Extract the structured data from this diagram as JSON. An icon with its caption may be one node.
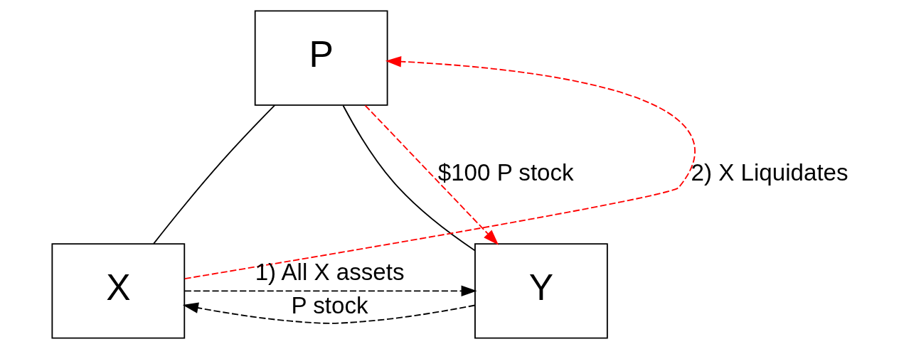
{
  "diagram": {
    "nodes": [
      {
        "text": [
          "P"
        ]
      },
      {
        "text": [
          "X"
        ]
      },
      {
        "text": [
          "Y"
        ]
      }
    ],
    "edges": [
      {
        "from": 0,
        "to": 1,
        "arrow": "none"
      },
      {
        "from": 0,
        "to": 2,
        "arrow": "none"
      },
      {
        "from": 1,
        "to": 2,
        "arrow": "to",
        "style": "dashed",
        "label": "1) All X assets"
      },
      {
        "from": 2,
        "to": 1,
        "arrow": "to",
        "style": "dashed",
        "label": "P stock"
      },
      {
        "from": 1,
        "to": 0,
        "arrow": "to",
        "style": "dashed",
        "color": "#ff0000",
        "label": "2) X Liquidates"
      },
      {
        "from": 0,
        "to": 2,
        "arrow": "to",
        "style": "dashed",
        "color": "#ff0000",
        "label": "$100 P stock"
      }
    ]
  }
}
